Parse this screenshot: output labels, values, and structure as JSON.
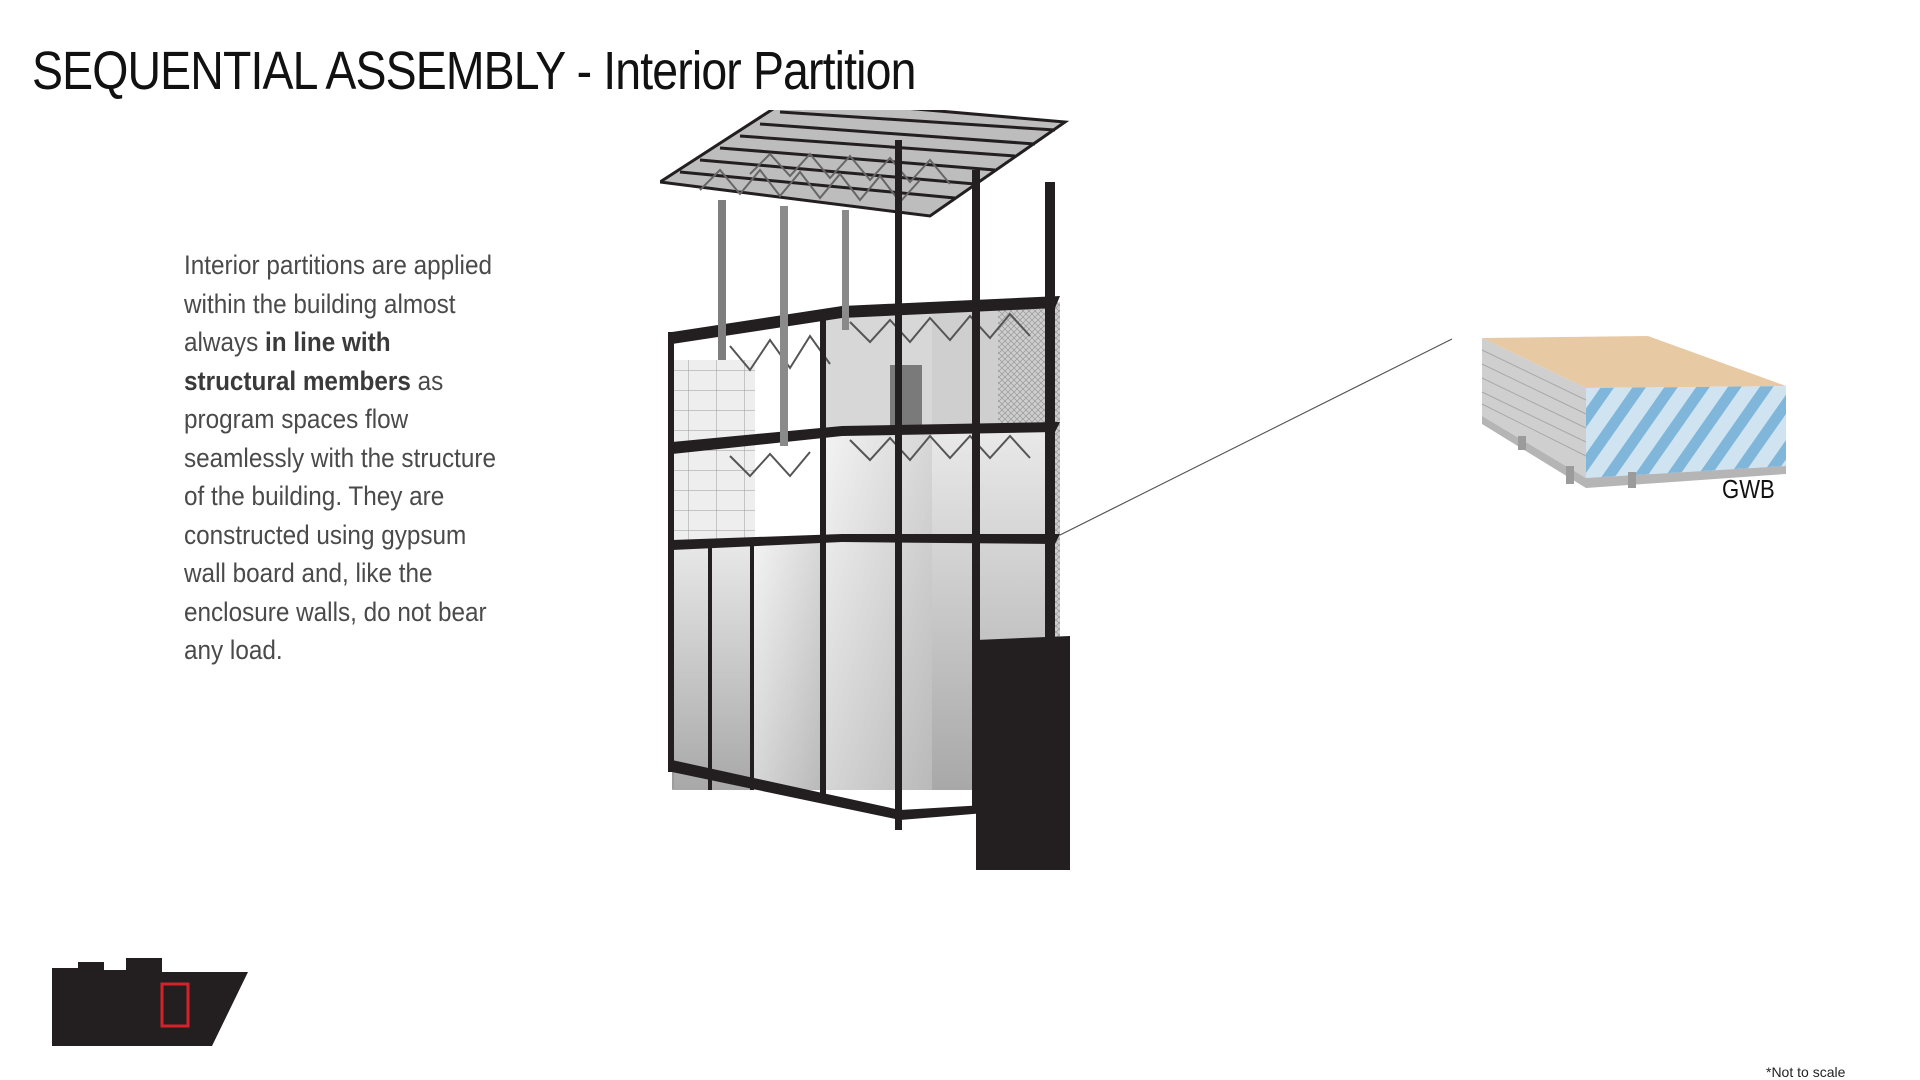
{
  "slide": {
    "title": "SEQUENTIAL ASSEMBLY - Interior Partition",
    "paragraph": {
      "part1": "Interior partitions are applied within the building almost always ",
      "bold": "in line with structural members",
      "part2": " as program spaces flow seamlessly with the structure of the building. They are constructed using gypsum wall board and, like the enclosure walls, do not bear any load."
    },
    "material_label": "GWB",
    "footnote": "*Not to scale"
  },
  "colors": {
    "frame": "#231f20",
    "accent_red": "#d2232a",
    "gwb_face": "#e7c9a4",
    "gwb_edge": "#7fb6da"
  }
}
